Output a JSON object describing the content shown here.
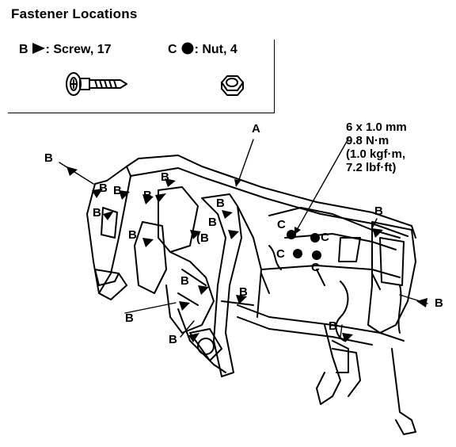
{
  "title": "Fastener Locations",
  "legend": {
    "b": {
      "letter": "B",
      "text": ": Screw, 17",
      "symbol": "triangle-arrow-icon"
    },
    "c": {
      "letter": "C",
      "text": ": Nut, 4",
      "symbol": "filled-circle-icon"
    }
  },
  "torque": {
    "line1": "6 x 1.0 mm",
    "line2": "9.8 N·m",
    "line3": "(1.0 kgf·m,",
    "line4": "7.2 lbf·ft)"
  },
  "part_label": "A",
  "callouts": {
    "b_letter": "B",
    "b_paren": "(B",
    "c_letter": "C"
  }
}
